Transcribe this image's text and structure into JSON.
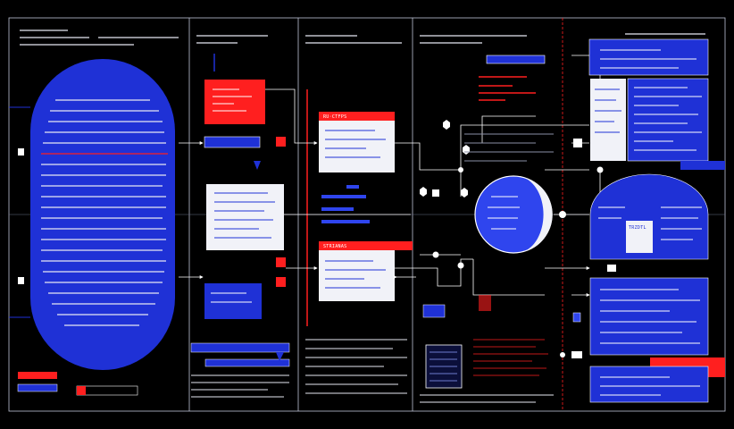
{
  "colors": {
    "background": "#000000",
    "frame": "#bfc4d6",
    "blue": "#1f31d6",
    "blue_light": "#2f45ee",
    "red": "#ff1f1f",
    "card": "#f1f2f8",
    "text_line": "#e6e8f2",
    "dim_line": "#8a8fa6"
  },
  "panels": [
    {
      "name": "panel-left-column"
    },
    {
      "name": "panel-center-left-column"
    },
    {
      "name": "panel-center-column"
    },
    {
      "name": "panel-center-right-column"
    },
    {
      "name": "panel-right-column"
    }
  ],
  "cards": {
    "top_card_title": "RU·CTFPS",
    "mid_card_title": "STRIANAS",
    "right_oval_card_title": "TRZDTL"
  },
  "icons": [
    "connector-node-icon",
    "arrowhead-icon",
    "hexagon-junction-icon",
    "square-junction-icon"
  ]
}
